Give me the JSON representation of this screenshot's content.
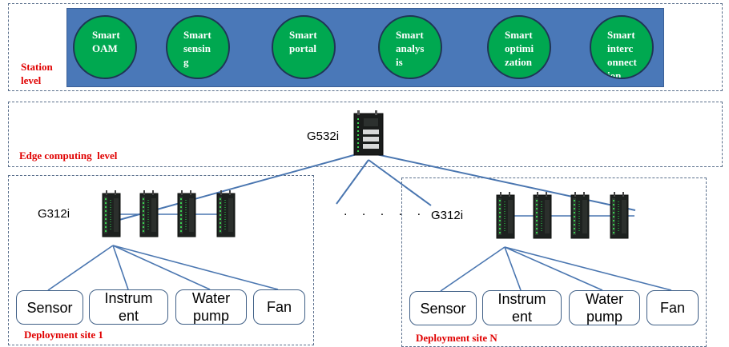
{
  "station": {
    "label": "Station\nlevel",
    "apps": [
      {
        "name": "Smart OAM"
      },
      {
        "name": "Smart sensing"
      },
      {
        "name": "Smart portal"
      },
      {
        "name": "Smart analysis"
      },
      {
        "name": "Smart optimization"
      },
      {
        "name": "Smart interconnection"
      }
    ]
  },
  "edge": {
    "label": "Edge computing  level",
    "gateway": "G532i"
  },
  "sites": [
    {
      "label": "Deployment site 1",
      "gateway": "G312i",
      "devices": [
        "Sensor",
        "Instrument",
        "Water pump",
        "Fan"
      ]
    },
    {
      "label": "Deployment site N",
      "gateway": "G312i",
      "devices": [
        "Sensor",
        "Instrument",
        "Water pump",
        "Fan"
      ]
    }
  ],
  "ellipsis": ". . . . . .",
  "colors": {
    "banner": "#4a78b8",
    "app_circle": "#00a850",
    "level_label": "#e00000",
    "link_line": "#4a76b0"
  }
}
